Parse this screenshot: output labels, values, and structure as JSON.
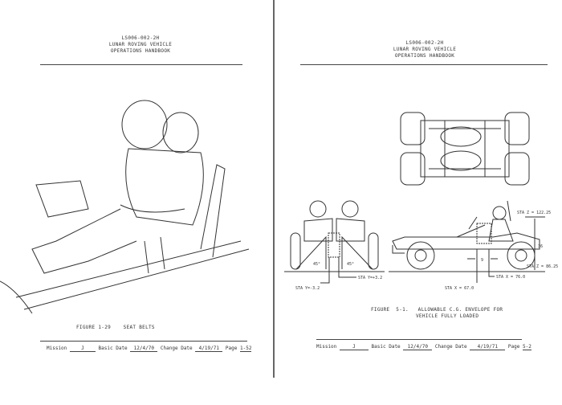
{
  "left_page": {
    "header": [
      "LS006-002-2H",
      "LUNAR ROVING VEHICLE",
      "OPERATIONS HANDBOOK"
    ],
    "figure_caption": "FIGURE 1-29    SEAT BELTS",
    "footer": {
      "mission_label": "Mission",
      "mission": "J",
      "basic_date_label": "Basic Date",
      "basic_date": "12/4/70",
      "change_date_label": "Change Date",
      "change_date": "4/19/71",
      "page_label": "Page",
      "page": "1-52"
    }
  },
  "right_page": {
    "header": [
      "LS006-002-2H",
      "LUNAR ROVING VEHICLE",
      "OPERATIONS HANDBOOK"
    ],
    "figure_caption": [
      "FIGURE  5-1.   ALLOWABLE C.G. ENVELOPE FOR",
      "VEHICLE FULLY LOADED"
    ],
    "labels": {
      "angle_left": "45°",
      "angle_right": "45°",
      "sta_y_neg": "STA Y=-3.2",
      "sta_y_pos": "STA Y=+3.2",
      "sta_z_top": "STA Z = 122.25",
      "sta_z_bottom": "STA Z = 86.25",
      "height": "36",
      "width": "9",
      "sta_x_67": "STA X = 67.0",
      "sta_x_76": "STA X = 76.0"
    },
    "footer": {
      "mission_label": "Mission",
      "mission": "J",
      "basic_date_label": "Basic Date",
      "basic_date": "12/4/70",
      "change_date_label": "Change Date",
      "change_date": "4/19/71",
      "page_label": "Page",
      "page": "5-2"
    }
  }
}
